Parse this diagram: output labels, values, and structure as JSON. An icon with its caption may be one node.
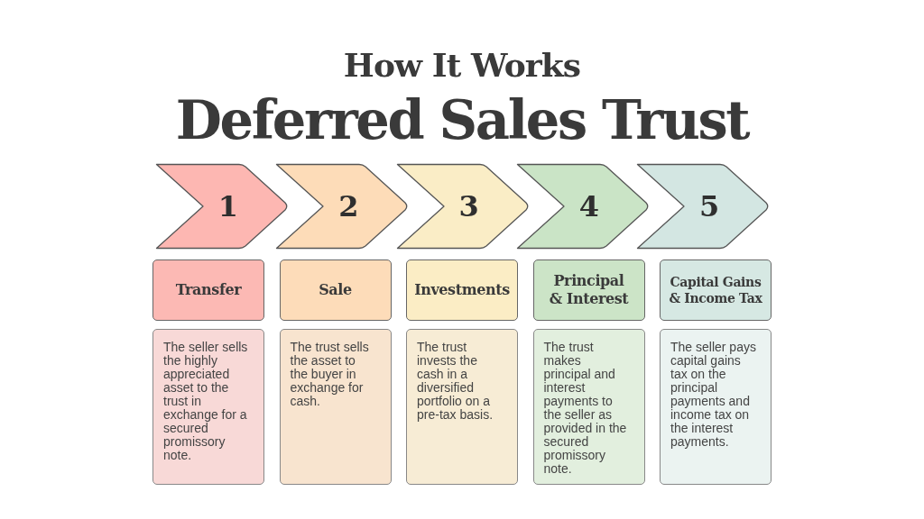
{
  "diagram": {
    "title": "Deferred Sales Trust",
    "labels": [
      "How It Works"
    ],
    "nodes": [
      {
        "text": [
          "1"
        ]
      },
      {
        "text": [
          "2"
        ]
      },
      {
        "text": [
          "3"
        ]
      },
      {
        "text": [
          "4"
        ]
      },
      {
        "text": [
          "5"
        ]
      },
      {
        "text": [
          "Transfer"
        ]
      },
      {
        "text": [
          "Sale"
        ]
      },
      {
        "text": [
          "Investments"
        ]
      },
      {
        "text": [
          "Principal & Interest"
        ]
      },
      {
        "text": [
          "Capital Gains & Income Tax"
        ]
      },
      {
        "text": [
          "The seller sells the highly appreciated asset to the trust in exchange for a secured promissory note."
        ]
      },
      {
        "text": [
          "The trust sells the asset to the buyer in exchange for cash."
        ]
      },
      {
        "text": [
          "The trust invests the cash in a diversified portfolio on a pre-tax basis."
        ]
      },
      {
        "text": [
          "The trust makes principal and interest payments to the seller as provided in the secured promissory note."
        ]
      },
      {
        "text": [
          "The seller pays capital gains tax on the principal payments and income tax on the interest payments."
        ]
      }
    ]
  }
}
